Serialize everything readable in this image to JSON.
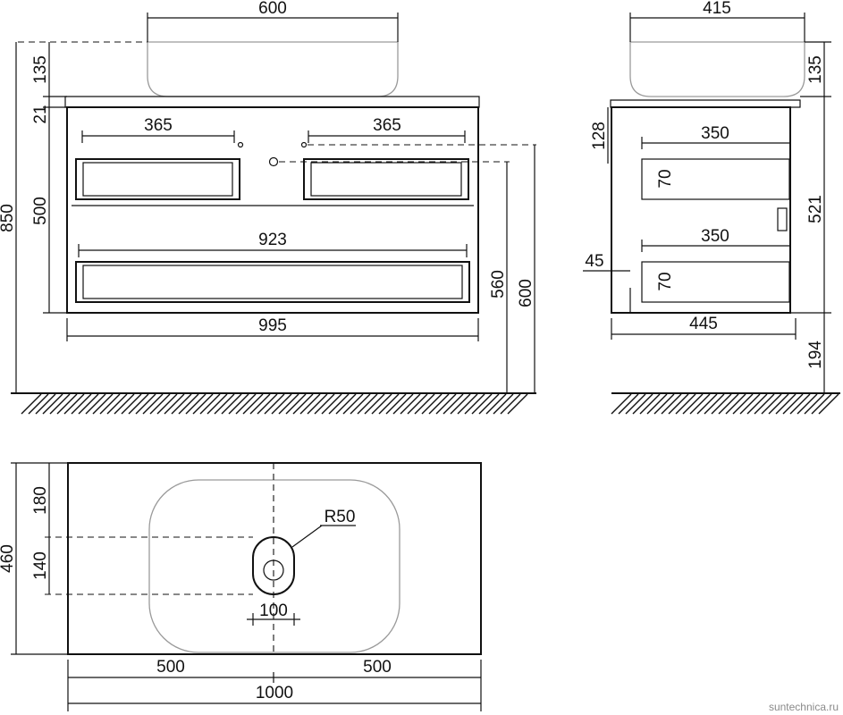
{
  "front_view": {
    "dim_basin_width": "600",
    "dim_basin_height": "135",
    "dim_top_thickness": "21",
    "dim_drawer_left_width": "365",
    "dim_drawer_right_width": "365",
    "dim_upper_body_height": "500",
    "dim_total_height": "850",
    "dim_lower_drawer_width": "923",
    "dim_body_width": "995",
    "dim_drain_height": "560",
    "dim_tap_height": "600"
  },
  "side_view": {
    "dim_basin_depth": "415",
    "dim_basin_height": "135",
    "dim_top_offset": "128",
    "dim_upper_drawer_depth": "350",
    "dim_upper_drawer_height": "70",
    "dim_body_height": "521",
    "dim_lower_drawer_depth": "350",
    "dim_lower_drawer_height": "70",
    "dim_leg_offset": "45",
    "dim_body_depth": "445",
    "dim_floor_clearance": "194"
  },
  "top_view": {
    "dim_basin_front_offset": "180",
    "dim_drain_spacing": "140",
    "dim_total_depth": "460",
    "dim_drain_radius": "R50",
    "dim_drain_width": "100",
    "dim_left_half": "500",
    "dim_right_half": "500",
    "dim_total_width": "1000"
  },
  "watermark": "suntechnica.ru"
}
